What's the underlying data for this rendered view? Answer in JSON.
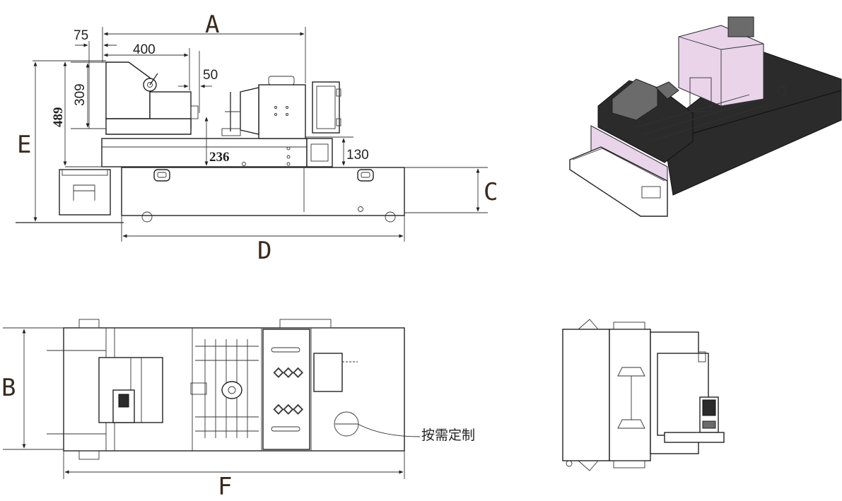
{
  "dimensions": {
    "A": "A",
    "B": "B",
    "C": "C",
    "D": "D",
    "E": "E",
    "F": "F",
    "v75": "75",
    "v400": "400",
    "v50": "50",
    "v309": "309",
    "v489": "489",
    "v236": "236",
    "v130": "130"
  },
  "annotation": {
    "custom": "按需定制"
  },
  "colors": {
    "line": "#222222",
    "letter": "#3a2a1a",
    "accent_pink": "#e9d4ea",
    "dark_panel": "#2b2b2b"
  }
}
